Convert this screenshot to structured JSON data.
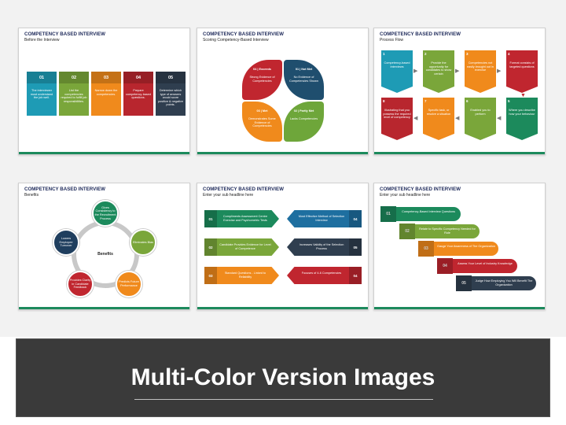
{
  "common": {
    "title": "COMPETENCY BASED INTERVIEW"
  },
  "slide1": {
    "subtitle": "Before the Interview",
    "cards": [
      {
        "num": "01",
        "text": "The interviewer must understand the job well.",
        "color": "#1e9bb5"
      },
      {
        "num": "02",
        "text": "List the competencies required to fulfill job responsibilities.",
        "color": "#7aa63a"
      },
      {
        "num": "03",
        "text": "Narrow down the competencies.",
        "color": "#f08a1c"
      },
      {
        "num": "04",
        "text": "Prepare competency-based questions.",
        "color": "#b8262e"
      },
      {
        "num": "05",
        "text": "Determine which type of answers would score positive & negative points.",
        "color": "#2f3e4f"
      }
    ]
  },
  "slide2": {
    "subtitle": "Scoring Competency-Based Interview",
    "petals": [
      {
        "head": "04 | Exceeds",
        "text": "Strong Evidence of Competencies",
        "color": "#c0262f"
      },
      {
        "head": "01 | Not Met",
        "text": "No Evidence of Competencies Shown",
        "color": "#1f4e6e"
      },
      {
        "head": "03 | Met",
        "text": "Demonstrates Some Evidence of Competencies",
        "color": "#f08a1c"
      },
      {
        "head": "02 | Partly Met",
        "text": "Lacks Competencies",
        "color": "#6ea63a"
      }
    ]
  },
  "slide3": {
    "subtitle": "Process Flow",
    "steps": [
      {
        "num": "1",
        "text": "Competency-based Interviews",
        "color": "#1e9bb5"
      },
      {
        "num": "2",
        "text": "Provide the opportunity for candidates to show certain",
        "color": "#7aa63a"
      },
      {
        "num": "3",
        "text": "Competencies not easily brought out in exercise",
        "color": "#f08a1c"
      },
      {
        "num": "4",
        "text": "Format consists of targeted questions",
        "color": "#c0262f"
      },
      {
        "num": "8",
        "text": "Illustrating that you possess the required level of competency",
        "color": "#b8262e"
      },
      {
        "num": "7",
        "text": "Specific task, or resolve a situation",
        "color": "#f08a1c"
      },
      {
        "num": "6",
        "text": "Enabled you to perform",
        "color": "#7aa63a"
      },
      {
        "num": "5",
        "text": "Where you describe how your behaviour",
        "color": "#1c8a5c"
      }
    ]
  },
  "slide4": {
    "subtitle": "Benefits",
    "center": "Benefits",
    "items": [
      {
        "text": "Gives Consistency to the Recruitment Process",
        "color": "#1c8a5c"
      },
      {
        "text": "Eliminates Bias",
        "color": "#7aa63a"
      },
      {
        "text": "Predicts Future Performance",
        "color": "#f08a1c"
      },
      {
        "text": "Provides Clarity in Candidate Feedback",
        "color": "#c0262f"
      },
      {
        "text": "Lowers Employee Turnover",
        "color": "#1f3e5e"
      }
    ]
  },
  "slide5": {
    "subtitle": "Enter your sub headline here",
    "left": [
      {
        "num": "01",
        "text": "Compliments Assessment Centre Exercise and Psychometric Tests",
        "color": "#1c8a5c"
      },
      {
        "num": "02",
        "text": "Candidate Provides Evidence for Level of Competence",
        "color": "#7aa63a"
      },
      {
        "num": "03",
        "text": "Standard Questions - Linked to Reliability",
        "color": "#f08a1c"
      }
    ],
    "right": [
      {
        "num": "04",
        "text": "Most Effective Method of Selection Interview",
        "color": "#1e6fa0"
      },
      {
        "num": "05",
        "text": "Increases Validity of the Selection Process",
        "color": "#2f3e4f"
      },
      {
        "num": "04",
        "text": "Focuses of 4-6 Competencies",
        "color": "#c0262f"
      }
    ]
  },
  "slide6": {
    "subtitle": "Enter your sub headline here",
    "steps": [
      {
        "num": "01",
        "text": "Competency-Based Interview Questions",
        "color": "#1c8a5c"
      },
      {
        "num": "02",
        "text": "Relate to Specific Competency Needed for Role",
        "color": "#7aa63a"
      },
      {
        "num": "03",
        "text": "Gauge Your Awareness of The Organization",
        "color": "#f08a1c"
      },
      {
        "num": "04",
        "text": "Assess Your Level of Industry Knowledge",
        "color": "#c0262f"
      },
      {
        "num": "05",
        "text": "Judge How Employing You Will Benefit The Organization",
        "color": "#2f3e4f"
      }
    ]
  },
  "banner": {
    "title": "Multi-Color Version Images"
  }
}
